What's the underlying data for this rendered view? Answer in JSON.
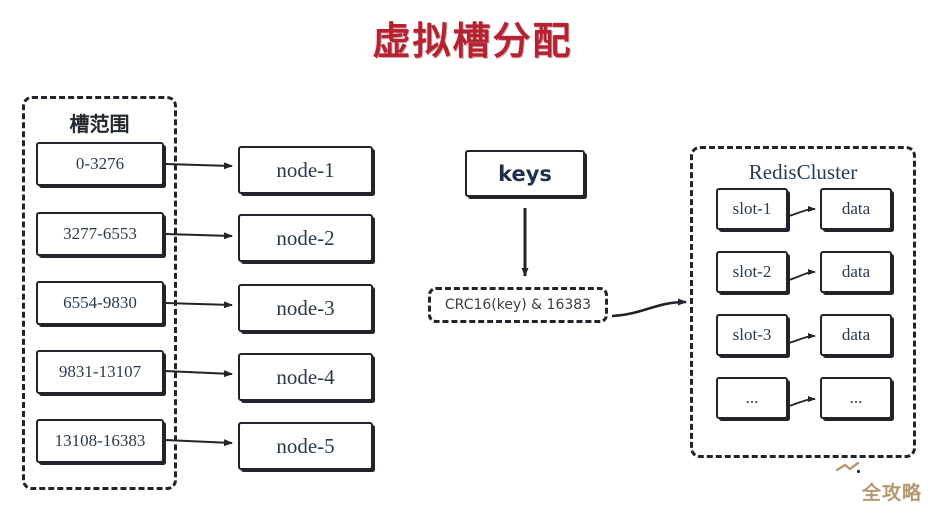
{
  "title": "虚拟槽分配",
  "colors": {
    "title_red": "#b62230",
    "ink": "#22242b",
    "text_navy": "#2b3a4a",
    "watermark_tan": "#b39872",
    "background": "#ffffff"
  },
  "slot_range_group": {
    "label": "槽范围",
    "slots": [
      {
        "range": "0-3276"
      },
      {
        "range": "3277-6553"
      },
      {
        "range": "6554-9830"
      },
      {
        "range": "9831-13107"
      },
      {
        "range": "13108-16383"
      }
    ]
  },
  "nodes": [
    {
      "label": "node-1"
    },
    {
      "label": "node-2"
    },
    {
      "label": "node-3"
    },
    {
      "label": "node-4"
    },
    {
      "label": "node-5"
    }
  ],
  "middle": {
    "keys_label": "keys",
    "hash_formula": "CRC16(key) & 16383"
  },
  "redis_cluster_group": {
    "label": "RedisCluster",
    "rows": [
      {
        "slot": "slot-1",
        "data": "data"
      },
      {
        "slot": "slot-2",
        "data": "data"
      },
      {
        "slot": "slot-3",
        "data": "data"
      },
      {
        "slot": "...",
        "data": "..."
      }
    ]
  },
  "watermark": {
    "text": "全攻略"
  }
}
